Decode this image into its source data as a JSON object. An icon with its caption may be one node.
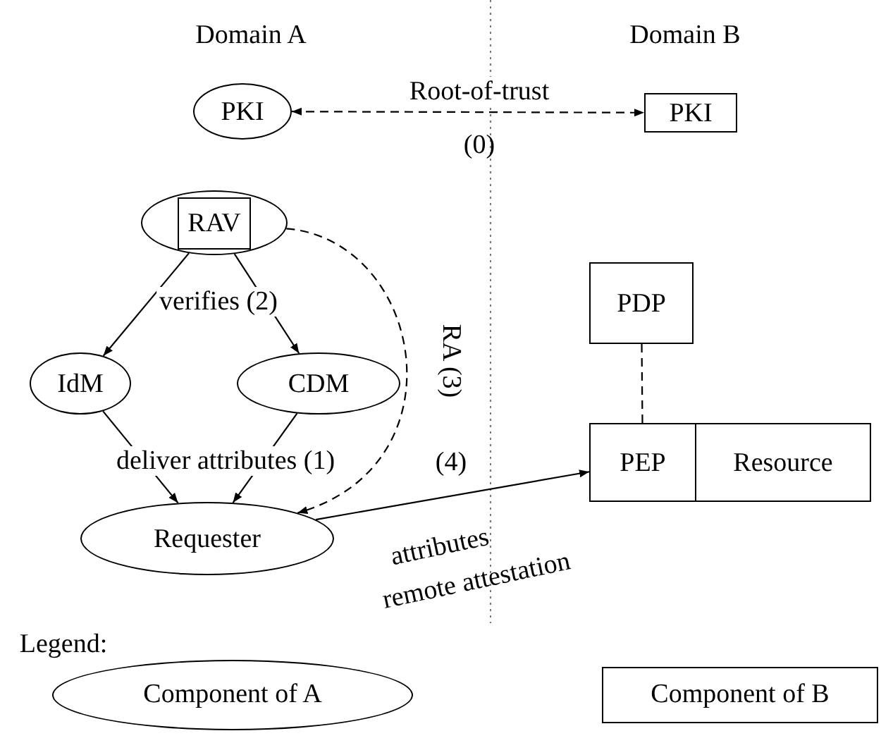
{
  "diagram": {
    "nodes": [
      {
        "text": [
          "PKI"
        ]
      },
      {
        "text": [
          "PKI"
        ]
      },
      {
        "text": [
          "RAV"
        ]
      },
      {
        "text": [
          "IdM"
        ]
      },
      {
        "text": [
          "CDM"
        ]
      },
      {
        "text": [
          "Requester"
        ]
      },
      {
        "text": [
          "PDP"
        ]
      },
      {
        "text": [
          "PEP"
        ]
      },
      {
        "text": [
          "Resource"
        ]
      }
    ],
    "edges": [
      {
        "from": 0,
        "to": 1,
        "arrow": "both",
        "style": "dashed",
        "label": "Root-of-trust"
      },
      {
        "from": 2,
        "to": 3,
        "arrow": "to"
      },
      {
        "from": 2,
        "to": 4,
        "arrow": "to"
      },
      {
        "from": 3,
        "to": 5,
        "arrow": "to"
      },
      {
        "from": 4,
        "to": 5,
        "arrow": "to"
      },
      {
        "from": 2,
        "to": 5,
        "arrow": "to",
        "style": "dashed",
        "label": "RA (3)"
      },
      {
        "from": 5,
        "to": 7,
        "arrow": "to",
        "label": "(4)"
      },
      {
        "from": 6,
        "to": 7,
        "arrow": "none",
        "style": "dashed"
      }
    ],
    "labels": [
      "Domain A",
      "Domain B",
      "(0)",
      "verifies (2)",
      "deliver attributes (1)",
      "attributes",
      "remote attestation",
      "Legend:"
    ],
    "legend": [
      {
        "text": "Component of A"
      },
      {
        "text": "Component of B"
      }
    ]
  }
}
